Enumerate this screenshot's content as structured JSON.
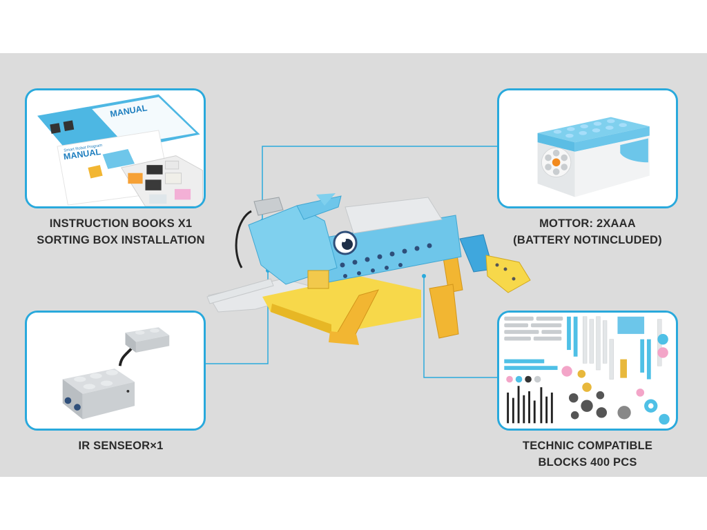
{
  "colors": {
    "accent": "#29a9dc",
    "band": "#dcdcdc",
    "text": "#2b2b2b",
    "brick_blue": "#6ec6ea",
    "brick_yellow": "#f2b632",
    "brick_gray": "#c9cdd0"
  },
  "features": [
    {
      "id": "instruction",
      "lines": [
        "INSTRUCTION BOOKS X1",
        "SORTING BOX INSTALLATION"
      ]
    },
    {
      "id": "sensor",
      "lines": [
        "IR SENSEOR×1"
      ]
    },
    {
      "id": "motor",
      "lines": [
        "MOTTOR: 2XAAA",
        "(BATTERY NOTINCLUDED)"
      ]
    },
    {
      "id": "blocks",
      "lines": [
        "TECHNIC COMPATIBLE",
        "BLOCKS 400 PCS"
      ]
    }
  ],
  "manual": {
    "title": "MANUAL",
    "subtitle": "Smart Robot Program"
  }
}
